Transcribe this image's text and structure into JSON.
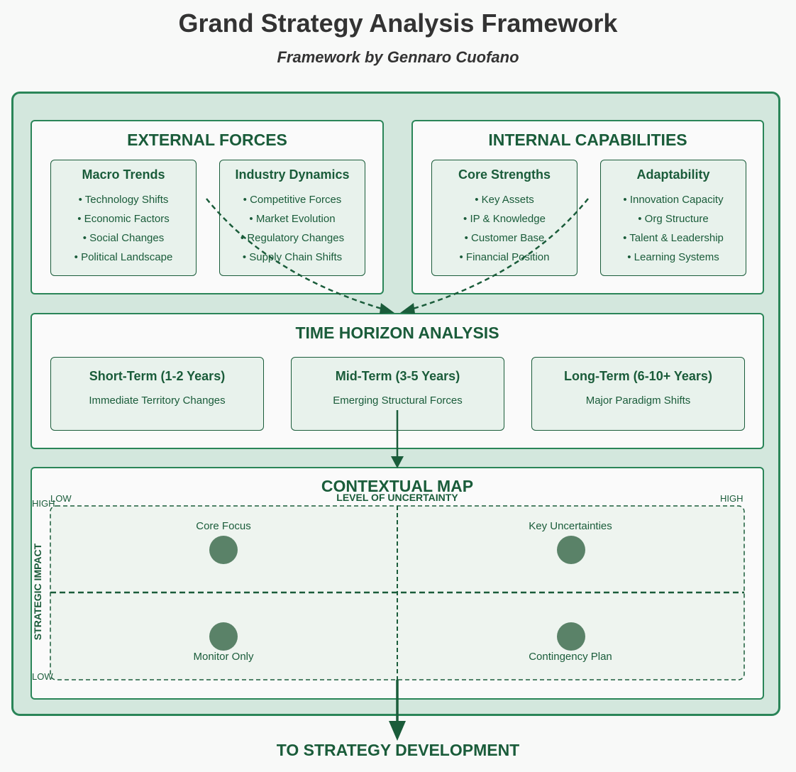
{
  "header": {
    "title": "Grand Strategy Analysis Framework",
    "subtitle": "Framework by Gennaro Cuofano"
  },
  "external": {
    "title": "EXTERNAL FORCES",
    "cards": [
      {
        "title": "Macro Trends",
        "items": [
          "• Technology Shifts",
          "• Economic Factors",
          "• Social Changes",
          "• Political Landscape"
        ]
      },
      {
        "title": "Industry Dynamics",
        "items": [
          "• Competitive Forces",
          "• Market Evolution",
          "• Regulatory Changes",
          "• Supply Chain Shifts"
        ]
      }
    ]
  },
  "internal": {
    "title": "INTERNAL CAPABILITIES",
    "cards": [
      {
        "title": "Core Strengths",
        "items": [
          "• Key Assets",
          "• IP & Knowledge",
          "• Customer Base",
          "• Financial Position"
        ]
      },
      {
        "title": "Adaptability",
        "items": [
          "• Innovation Capacity",
          "• Org Structure",
          "• Talent & Leadership",
          "• Learning Systems"
        ]
      }
    ]
  },
  "time": {
    "title": "TIME HORIZON ANALYSIS",
    "cards": [
      {
        "title": "Short-Term (1-2 Years)",
        "desc": "Immediate Territory Changes"
      },
      {
        "title": "Mid-Term (3-5 Years)",
        "desc": "Emerging Structural Forces"
      },
      {
        "title": "Long-Term (6-10+ Years)",
        "desc": "Major Paradigm Shifts"
      }
    ]
  },
  "map": {
    "title": "CONTEXTUAL MAP",
    "x_axis": {
      "label": "LEVEL OF UNCERTAINTY",
      "low": "LOW",
      "high": "HIGH"
    },
    "y_axis": {
      "label": "STRATEGIC IMPACT",
      "high": "HIGH",
      "low": "LOW"
    },
    "quadrants": {
      "top_left": "Core Focus",
      "top_right": "Key Uncertainties",
      "bottom_left": "Monitor Only",
      "bottom_right": "Contingency Plan"
    }
  },
  "footer": "TO STRATEGY DEVELOPMENT",
  "colors": {
    "primary": "#1a5c3a",
    "border": "#2a8558",
    "frame_bg": "#d3e7dd",
    "card_bg": "#e8f2ec",
    "dot": "#5a8268"
  }
}
